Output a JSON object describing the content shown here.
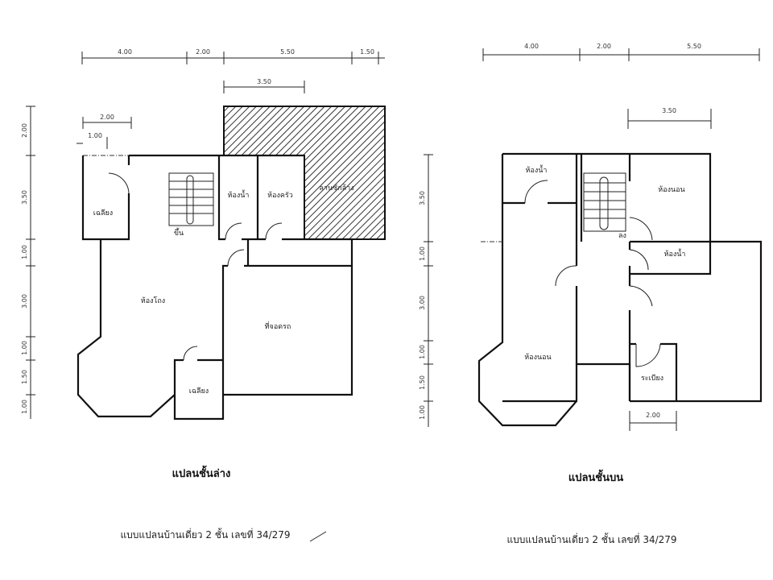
{
  "ground_floor": {
    "caption": "แปลนชั้นล่าง",
    "rooms": {
      "porch": "เฉลียง",
      "bathroom": "ห้องน้ำ",
      "kitchen": "ห้องครัว",
      "hatched_area": "ลานซักล้าง",
      "living": "ห้องโถง",
      "garage": "ที่จอดรถ",
      "front_porch": "เฉลียง",
      "stair": "ขึ้น"
    },
    "dims_top": [
      "4.00",
      "2.00",
      "5.50",
      "1.50"
    ],
    "dim_inner": "3.50",
    "dim_porch": "2.00",
    "dim_porch_small": "1.00",
    "dims_left": [
      "2.00",
      "3.50",
      "1.00",
      "3.00",
      "1.00",
      "1.50",
      "1.00"
    ]
  },
  "upper_floor": {
    "caption": "แปลนชั้นบน",
    "rooms": {
      "bathroom1": "ห้องน้ำ",
      "bedroom1": "ห้องนอน",
      "bathroom2": "ห้องน้ำ",
      "bedroom2": "ห้องนอน",
      "balcony": "ระเบียง",
      "stair": "ลง"
    },
    "dims_top": [
      "4.00",
      "2.00",
      "5.50"
    ],
    "dim_inner": "3.50",
    "dim_bottom": "2.00",
    "dims_left": [
      "3.50",
      "1.00",
      "3.00",
      "1.00",
      "1.50",
      "1.00"
    ]
  },
  "footer_left": "แบบแปลนบ้านเดี่ยว 2 ชั้น เลขที่ 34/279",
  "footer_right": "แบบแปลนบ้านเดี่ยว 2 ชั้น เลขที่ 34/279"
}
